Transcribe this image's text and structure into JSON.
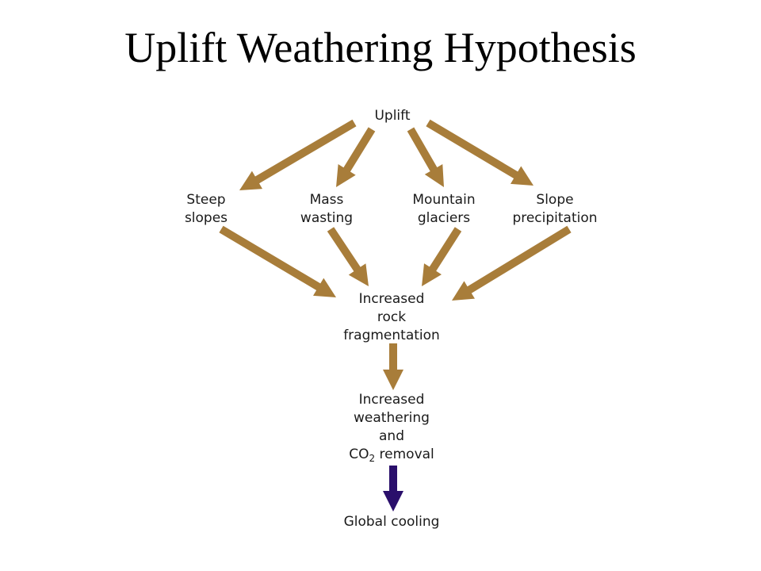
{
  "title": "Uplift Weathering Hypothesis",
  "colors": {
    "arrow": "#a87d3a",
    "final_arrow": "#2a0f6b",
    "text": "#1a1a1a"
  },
  "nodes": {
    "uplift": "Uplift",
    "steep_slopes": [
      "Steep",
      "slopes"
    ],
    "mass_wasting": [
      "Mass",
      "wasting"
    ],
    "mountain_glaciers": [
      "Mountain",
      "glaciers"
    ],
    "slope_precipitation": [
      "Slope",
      "precipitation"
    ],
    "rock_fragmentation": [
      "Increased",
      "rock",
      "fragmentation"
    ],
    "weathering": {
      "lines": [
        "Increased",
        "weathering",
        "and"
      ],
      "co2_prefix": "CO",
      "co2_subscript": "2",
      "co2_suffix": " removal"
    },
    "global_cooling": "Global cooling"
  }
}
